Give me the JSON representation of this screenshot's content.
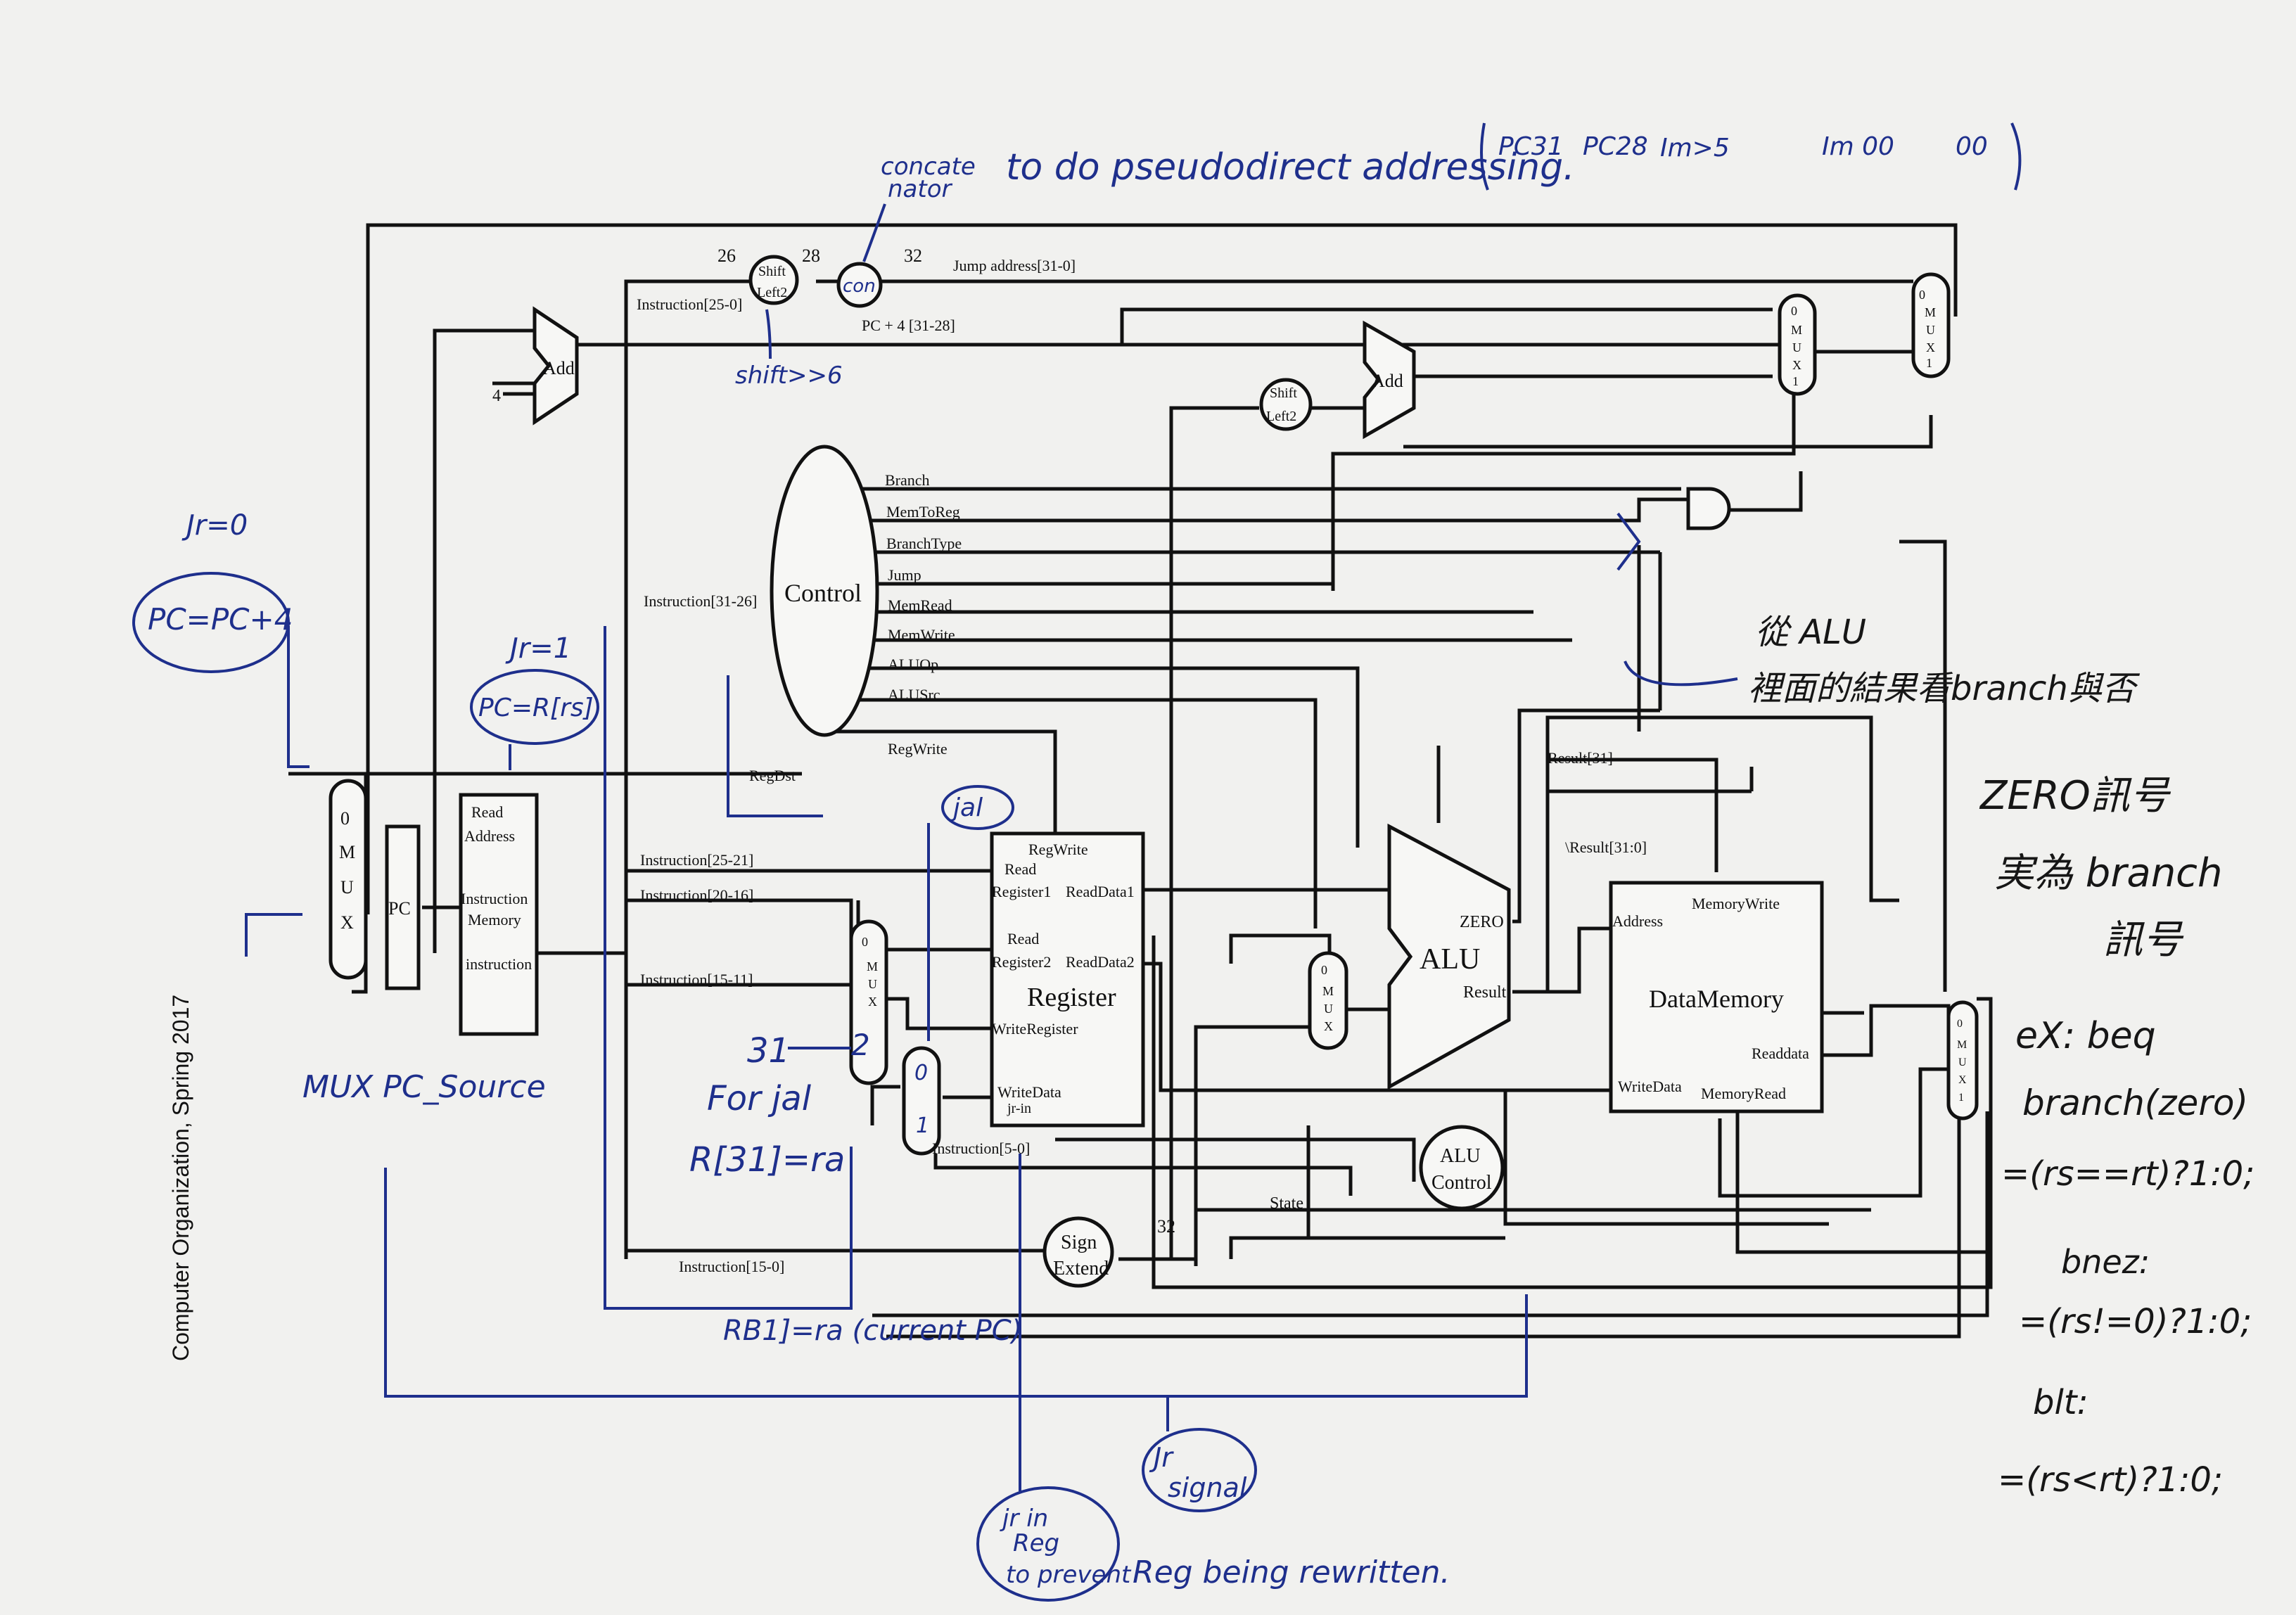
{
  "colors": {
    "paper": "#f1f1ef",
    "wire": "#111111",
    "pen_blue": "#1e2f8c",
    "pen_black": "#161616"
  },
  "side_caption": "Computer Organization, Spring 2017",
  "blocks": {
    "pc": "PC",
    "imem": [
      "Read",
      "Address",
      "Instruction",
      "Memory",
      "instruction"
    ],
    "add_pc": "Add",
    "four": "4",
    "shift_jump": [
      "Shift",
      "Left2"
    ],
    "concat": "con",
    "control": "Control",
    "shift_branch": [
      "Shift",
      "Left2"
    ],
    "add_branch": "Add",
    "register": {
      "regwrite": "RegWrite",
      "read1": [
        "Read",
        "Register1"
      ],
      "readdata1": "ReadData1",
      "read2": [
        "Read",
        "Register2"
      ],
      "readdata2": "ReadData2",
      "writereg": "WriteRegister",
      "writedata": "WriteData",
      "title": "Register"
    },
    "sign_extend": [
      "Sign",
      "Extend"
    ],
    "alu": {
      "title": "ALU",
      "zero": "ZERO",
      "result": "Result"
    },
    "alu_control": [
      "ALU",
      "Control"
    ],
    "dmem": {
      "memwrite": "MemoryWrite",
      "address": "Address",
      "title": "DataMemory",
      "readdata": "Readdata",
      "writedata": "WriteData",
      "memread": "MemoryRead"
    },
    "mux_letters": [
      "M",
      "U",
      "X"
    ],
    "mux_sel": [
      "0",
      "1"
    ],
    "mux_jal_sel": [
      "0",
      "1"
    ]
  },
  "control_signals": [
    "Branch",
    "MemToReg",
    "BranchType",
    "Jump",
    "MemRead",
    "MemWrite",
    "ALUOp",
    "ALUSrc",
    "RegWrite",
    "RegDst"
  ],
  "wire_labels": {
    "instr_25_0": "Instruction[25-0]",
    "n26": "26",
    "n28": "28",
    "n32": "32",
    "jump_addr": "Jump address[31-0]",
    "pc4_31_28": "PC + 4 [31-28]",
    "instr_31_26": "Instruction[31-26]",
    "instr_25_21": "Instruction[25-21]",
    "instr_20_16": "Instruction[20-16]",
    "instr_15_11": "Instruction[15-11]",
    "instr_15_0": "Instruction[15-0]",
    "instr_5_0": "Instruction[5-0]",
    "result31": "Result[31]",
    "result31_0": "\\Result[31:0]",
    "state": "State",
    "n32b": "32",
    "jr_in": "jr-in"
  },
  "handwriting": {
    "concate_1": "concate",
    "concate_2": "nator",
    "pseudo": "to do pseudodirect addressing.",
    "pc31": "PC31",
    "pc28": "PC28",
    "im25": "Im>5",
    "im00": "Im 00",
    "zero_zero": "00",
    "shift_by_6": "shift>>6",
    "jr0": "Jr=0",
    "pc_plus4": "PC=PC+4",
    "jr1": "Jr=1",
    "pc_rrs": "PC=R[rs]",
    "mux_pc_source": "MUX PC_Source",
    "jal_tag": "jal",
    "n31": "31",
    "n2": "2",
    "for_jal": "For jal",
    "r31_ra": "R[31]=ra",
    "rb1_current": "RB1]=ra (current PC)",
    "jr_signal": [
      "Jr",
      "signal"
    ],
    "jr_in_reg": [
      "jr in",
      "Reg",
      "to prevent"
    ],
    "reg_rewritten": "Reg being rewritten.",
    "from_alu": "從 ALU",
    "from_alu_2": "裡面的結果看branch與否",
    "zero_sig": "ZERO訊号",
    "real_branch": "実為 branch",
    "xunhao": "訊号",
    "ex_beq": "eX: beq",
    "branch_zero": "branch(zero)",
    "rs_eq_rt": "=(rs==rt)?1:0;",
    "bnez": "bnez:",
    "rs_ne_0": "=(rs!=0)?1:0;",
    "blt": "blt:",
    "rs_lt_rt": "=(rs<rt)?1:0;"
  }
}
